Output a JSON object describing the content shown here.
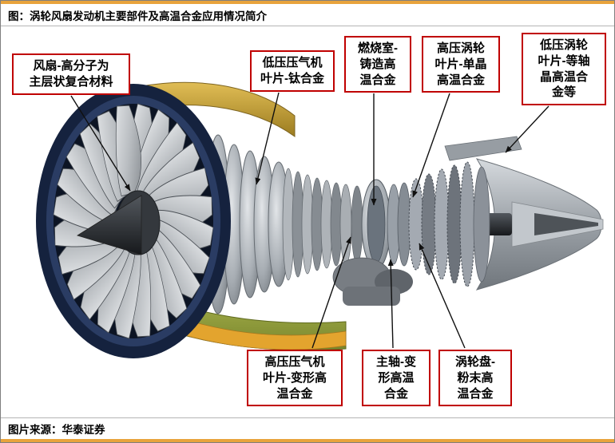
{
  "figure": {
    "title": "图：涡轮风扇发动机主要部件及高温合金应用情况简介",
    "source": "图片来源：华泰证券"
  },
  "callouts": [
    {
      "part": "fan",
      "label": "风扇-高分子为\n主层状复合材料"
    },
    {
      "part": "lp-compressor-blades",
      "label": "低压压气机\n叶片-钛合金"
    },
    {
      "part": "combustor",
      "label": "燃烧室-\n铸造高\n温合金"
    },
    {
      "part": "hp-turbine-blades",
      "label": "高压涡轮\n叶片-单晶\n高温合金"
    },
    {
      "part": "lp-turbine-blades",
      "label": "低压涡轮\n叶片-等轴\n晶高温合\n金等"
    },
    {
      "part": "hp-compressor-blades",
      "label": "高压压气机\n叶片-变形高\n温合金"
    },
    {
      "part": "main-shaft",
      "label": "主轴-变\n形高温\n合金"
    },
    {
      "part": "turbine-disk",
      "label": "涡轮盘-\n粉末高\n温合金"
    }
  ],
  "colors": {
    "accent_bar": "#E8A33C",
    "callout_border": "#C00000",
    "page_border": "#7F7F7F"
  }
}
